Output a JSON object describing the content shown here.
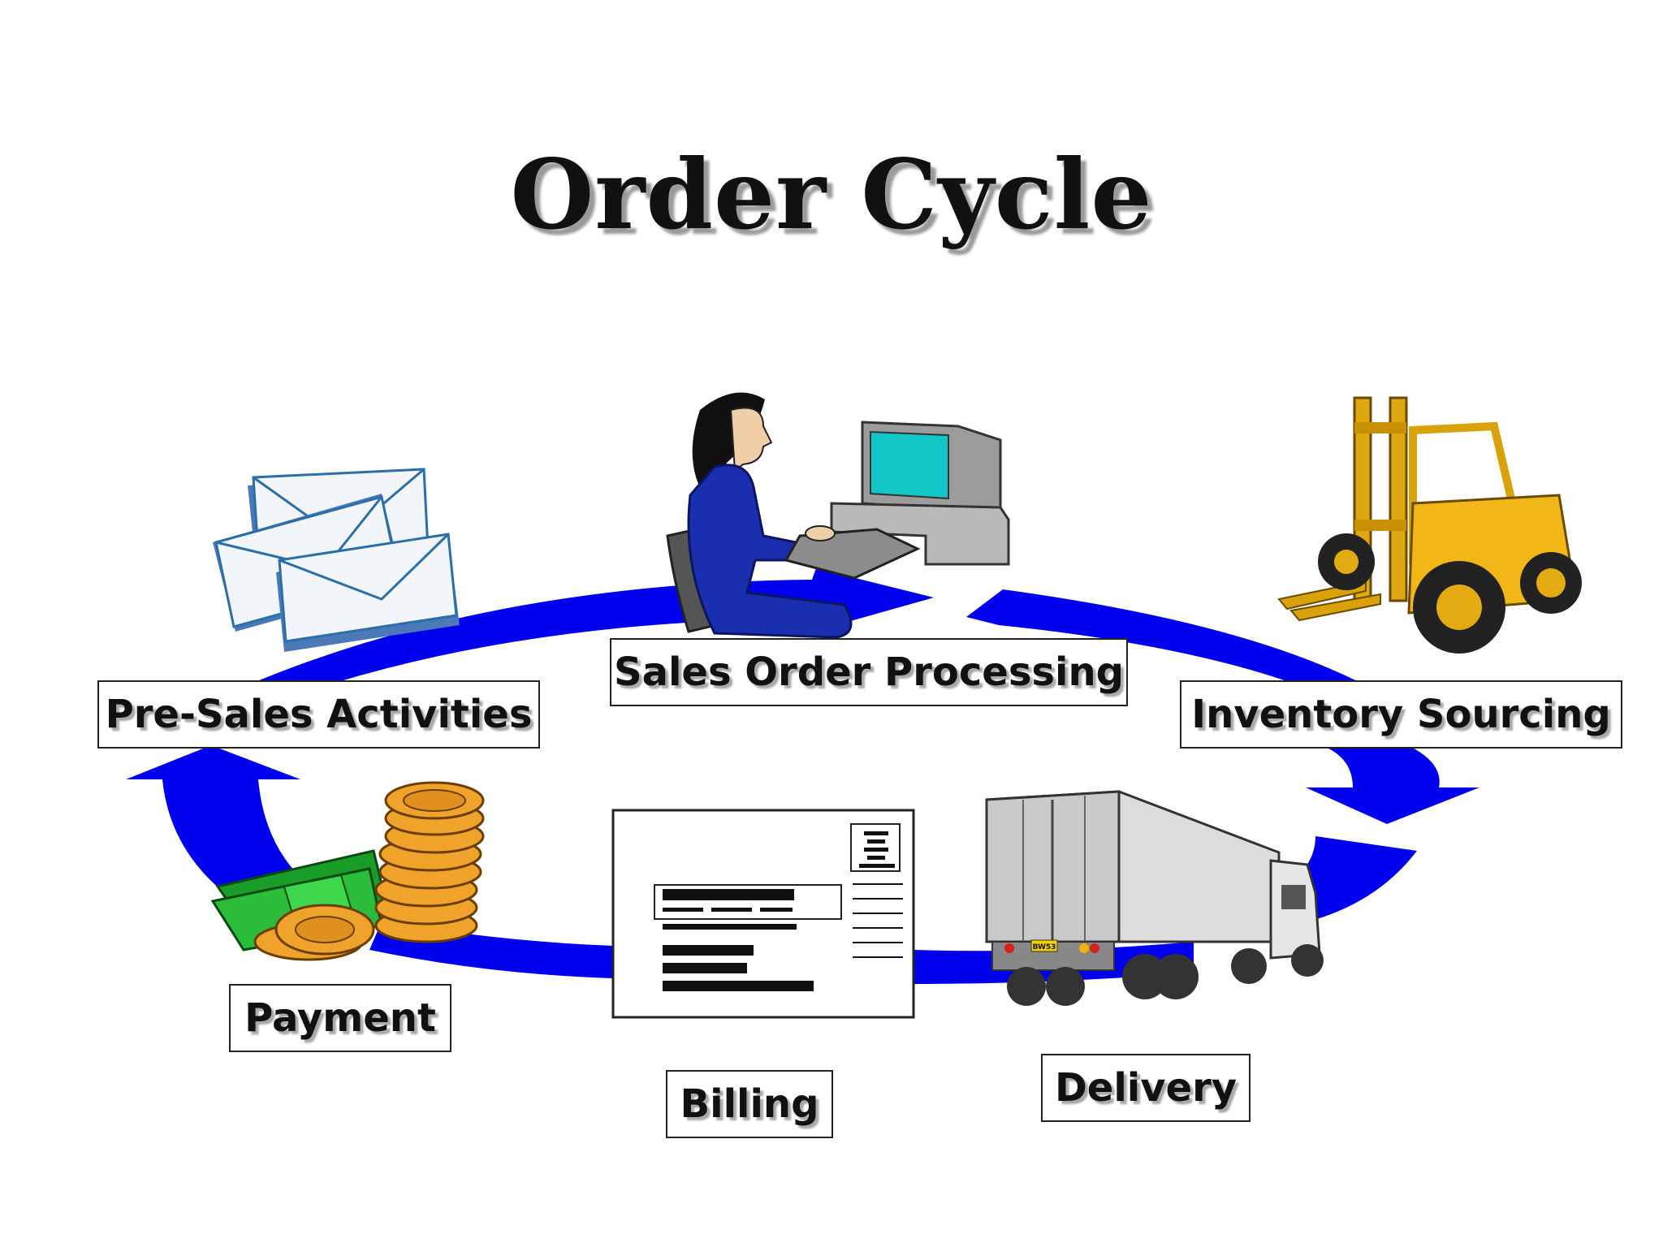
{
  "title": "Order Cycle",
  "colors": {
    "arrow": "#0000ee",
    "label_border": "#222222"
  },
  "stages": [
    {
      "id": "pre-sales",
      "label": "Pre-Sales Activities",
      "icon": "envelopes-icon"
    },
    {
      "id": "sales-order",
      "label": "Sales Order Processing",
      "icon": "clerk-at-computer-icon"
    },
    {
      "id": "inventory",
      "label": "Inventory Sourcing",
      "icon": "forklift-icon"
    },
    {
      "id": "delivery",
      "label": "Delivery",
      "icon": "truck-icon"
    },
    {
      "id": "billing",
      "label": "Billing",
      "icon": "invoice-document-icon"
    },
    {
      "id": "payment",
      "label": "Payment",
      "icon": "money-coins-icon"
    }
  ],
  "truck_plate": "BW53"
}
